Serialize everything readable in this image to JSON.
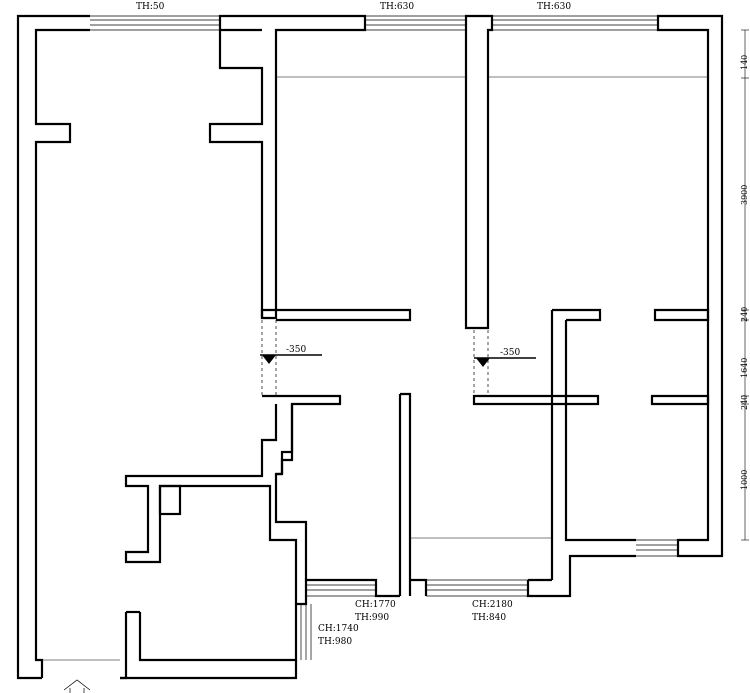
{
  "labels": {
    "window_top_left": "TH:50",
    "window_top_mid": "TH:630",
    "window_top_right": "TH:630",
    "level_left": "-350",
    "level_right": "-350",
    "window_bottom_left_ch": "CH:1770",
    "window_bottom_left_th": "TH:990",
    "window_bottom_right_ch": "CH:2180",
    "window_bottom_right_th": "TH:840",
    "window_side_ch": "CH:1740",
    "window_side_th": "TH:980"
  },
  "dimensions": {
    "d1": "140",
    "d2": "3900",
    "d3": "240",
    "d4": "1640",
    "d5": "240",
    "d6": "1000"
  }
}
